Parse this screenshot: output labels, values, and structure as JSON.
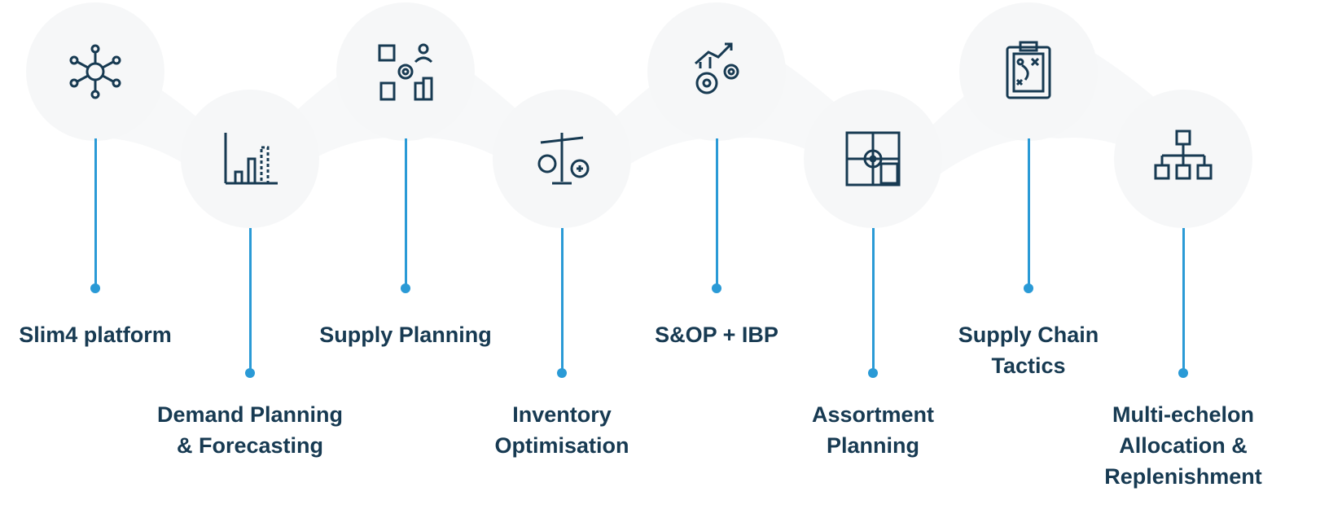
{
  "accent_color": "#2a9ad6",
  "text_color": "#173a52",
  "icon_color": "#173a52",
  "items": [
    {
      "label_lines": [
        "Slim4 platform"
      ],
      "icon": "network-hub-icon"
    },
    {
      "label_lines": [
        "Demand Planning",
        "& Forecasting"
      ],
      "icon": "bar-chart-icon"
    },
    {
      "label_lines": [
        "Supply Planning"
      ],
      "icon": "supply-planning-icon"
    },
    {
      "label_lines": [
        "Inventory",
        "Optimisation"
      ],
      "icon": "balance-scale-icon"
    },
    {
      "label_lines": [
        "S&OP + IBP"
      ],
      "icon": "growth-gears-icon"
    },
    {
      "label_lines": [
        "Assortment",
        "Planning"
      ],
      "icon": "assortment-boxes-icon"
    },
    {
      "label_lines": [
        "Supply Chain",
        "Tactics"
      ],
      "icon": "clipboard-strategy-icon"
    },
    {
      "label_lines": [
        "Multi-echelon",
        "Allocation &",
        "Replenishment"
      ],
      "icon": "hierarchy-cubes-icon"
    }
  ]
}
